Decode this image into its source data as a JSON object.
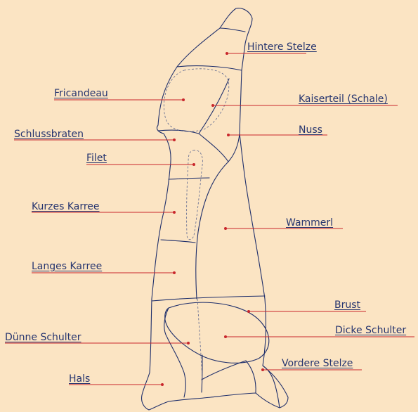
{
  "labels": {
    "hintere_stelze": "Hintere Stelze",
    "fricandeau": "Fricandeau",
    "kaiserteil": "Kaiserteil (Schale)",
    "nuss": "Nuss",
    "schlussbraten": "Schlussbraten",
    "filet": "Filet",
    "kurzes_karree": "Kurzes Karree",
    "wammerl": "Wammerl",
    "langes_karree": "Langes Karree",
    "brust": "Brust",
    "duenne_schulter": "Dünne Schulter",
    "dicke_schulter": "Dicke Schulter",
    "vordere_stelze": "Vordere Stelze",
    "hals": "Hals"
  },
  "colors": {
    "background": "#fbe4c3",
    "outline": "#1f2f6b",
    "leader": "#c8262b",
    "text": "#26356f"
  }
}
